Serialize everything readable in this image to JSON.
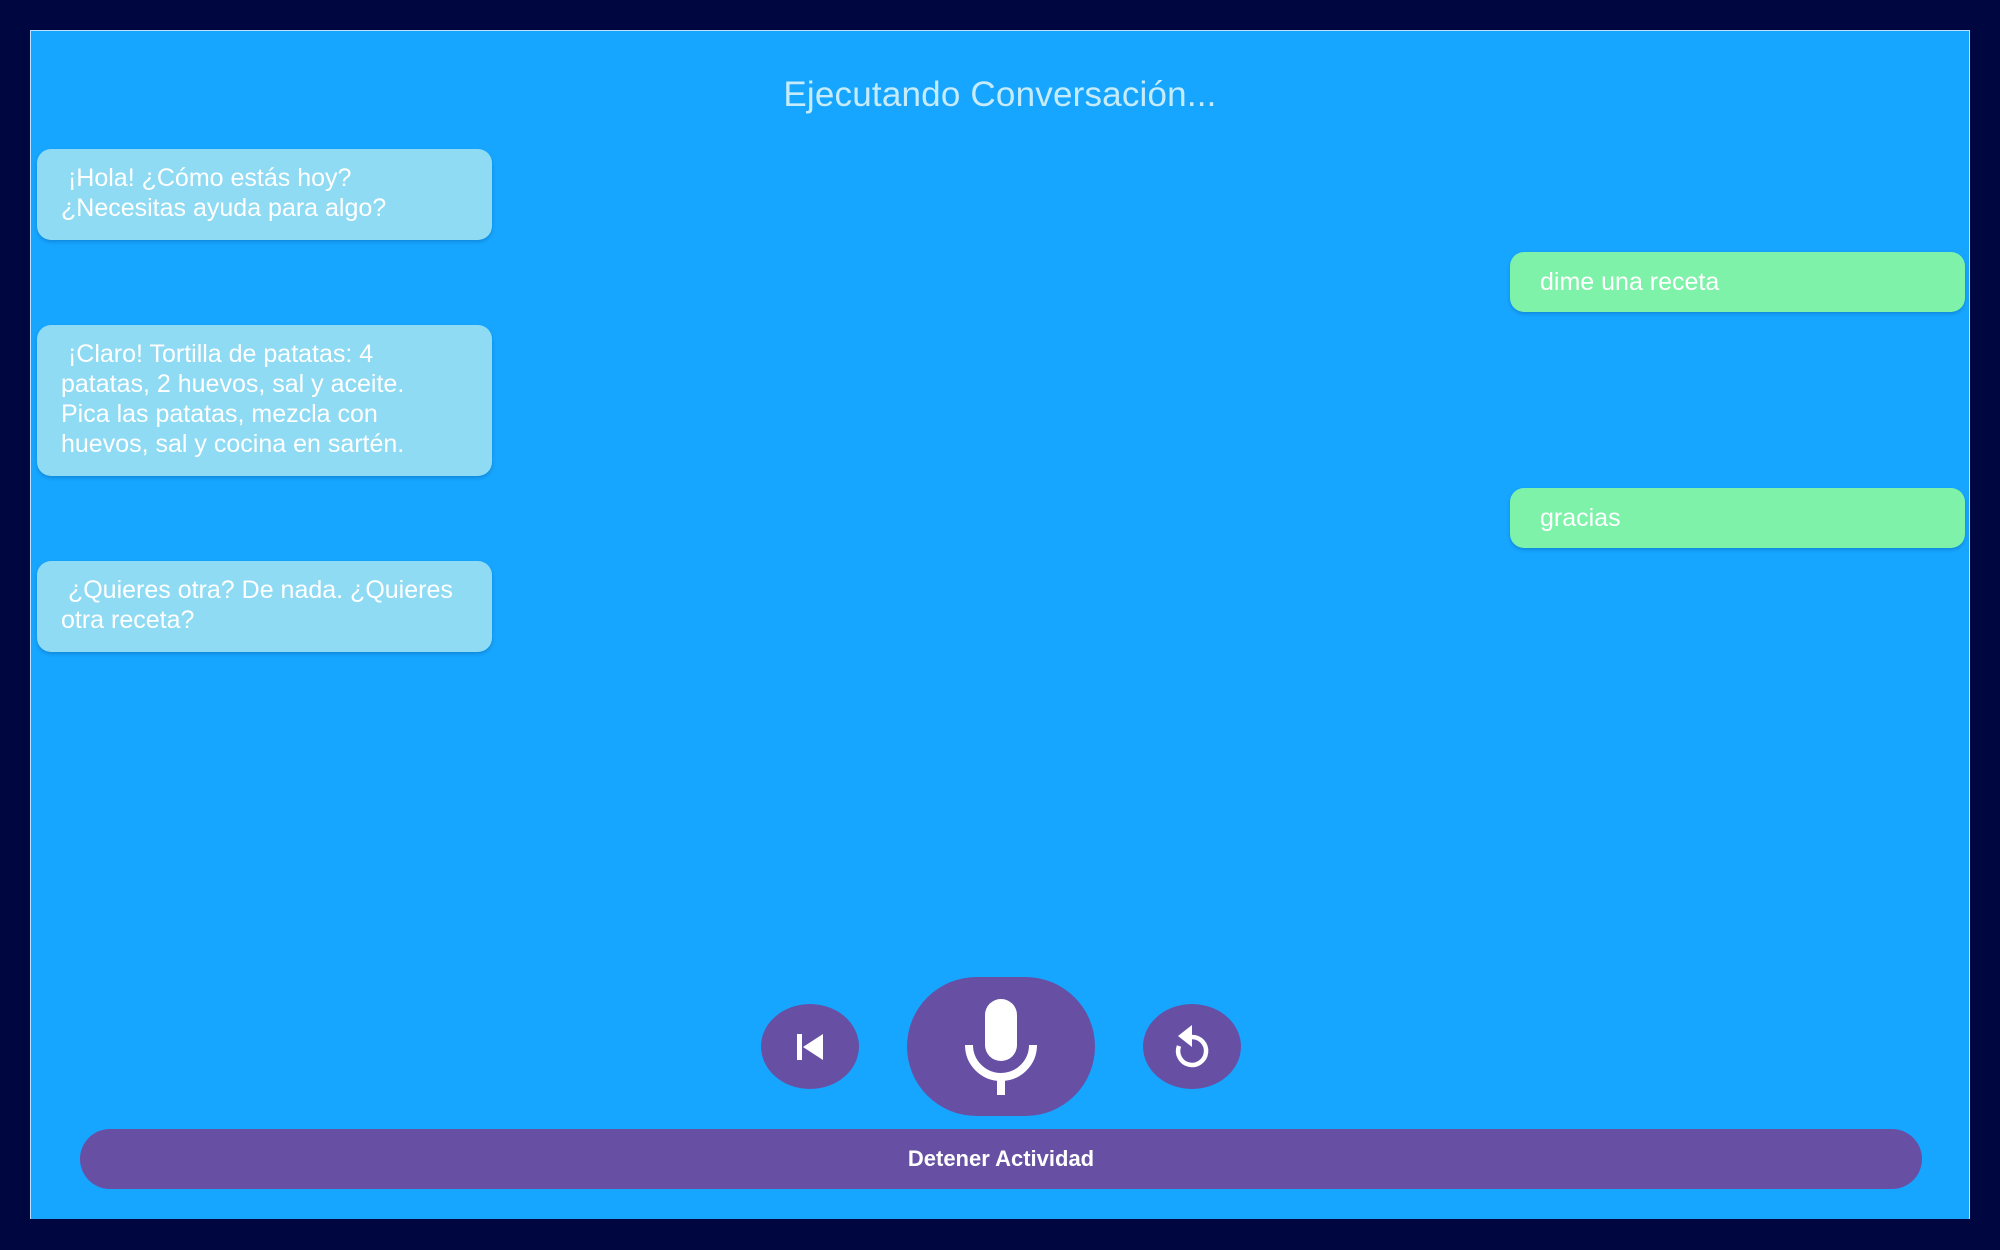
{
  "header": {
    "title": "Ejecutando Conversación..."
  },
  "conversation": {
    "messages": [
      {
        "role": "bot",
        "text": " ¡Hola! ¿Cómo estás hoy?\n¿Necesitas ayuda para algo?"
      },
      {
        "role": "user",
        "text": "dime una receta"
      },
      {
        "role": "bot",
        "text": " ¡Claro! Tortilla de patatas: 4\npatatas, 2 huevos, sal y aceite.\nPica las patatas, mezcla con\nhuevos, sal y cocina en sartén."
      },
      {
        "role": "user",
        "text": "gracias"
      },
      {
        "role": "bot",
        "text": " ¿Quieres otra? De nada. ¿Quieres\notra receta?"
      }
    ]
  },
  "controls": {
    "previous_icon": "skip-previous-icon",
    "mic_icon": "microphone-icon",
    "replay_icon": "replay-icon",
    "stop_label": "Detener Actividad"
  },
  "colors": {
    "outer_background": "#000640",
    "screen_background": "#16a5ff",
    "bot_bubble": "#8fdbf3",
    "user_bubble": "#7ef2a9",
    "accent": "#6750a4",
    "title_text": "#c6ecfb"
  }
}
